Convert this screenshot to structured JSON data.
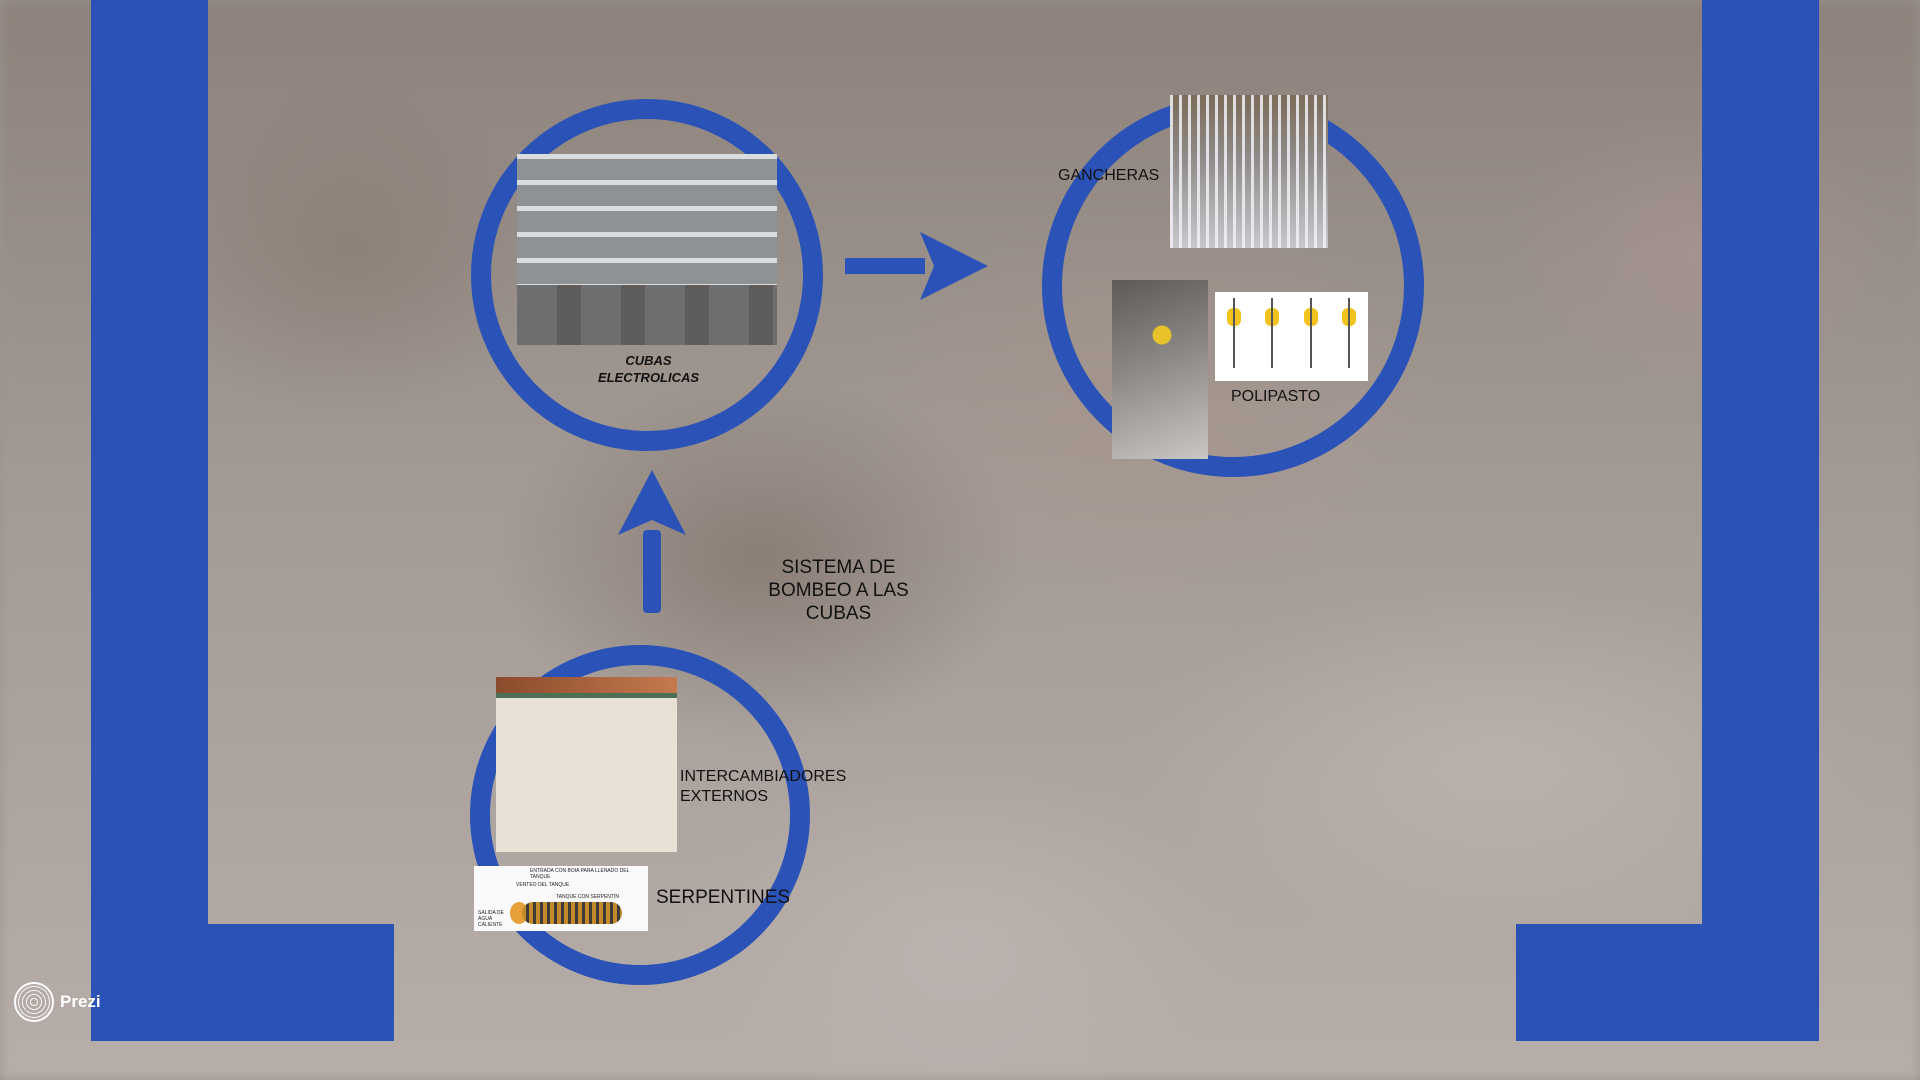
{
  "colors": {
    "accent_blue": "#2b53b7",
    "label_text": "#111111",
    "brand_text": "#ffffff"
  },
  "labels": {
    "cubas": "CUBAS\nELECTROLICAS",
    "gancheras": "GANCHERAS",
    "polipasto": "POLIPASTO",
    "sistema": "SISTEMA DE BOMBEO  A LAS CUBAS",
    "intercambiadores": "INTERCAMBIADORES\nEXTERNOS",
    "serpentines": "SERPENTINES"
  },
  "serpentin_diagram_text": {
    "entrada": "ENTRADA CON BOIA PARA LLENADO DEL TANQUE",
    "venteo": "VENTEO DEL TANQUE",
    "tanque": "TANQUE CON SERPENTÍN",
    "salida": "SALIDA DE AGUA CALIENTE"
  },
  "brand": {
    "name": "Prezi",
    "icon": "prezi-logo-icon"
  }
}
